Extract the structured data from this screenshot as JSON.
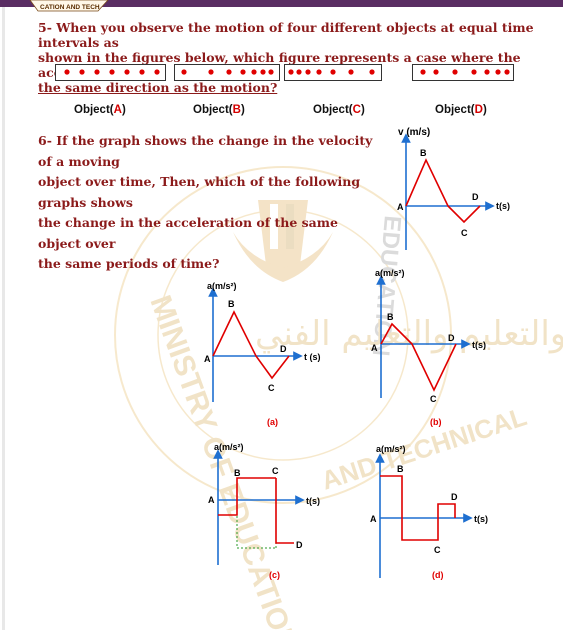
{
  "header": {
    "logo_text": "CATION AND TECH"
  },
  "q5": {
    "line1": "5- When you observe the motion of four different objects at equal time intervals as",
    "line2": "shown in the figures below, which figure represents a case where the acceleration is in",
    "line3": "the same direction as the motion?"
  },
  "objects": [
    {
      "prefix": "Object(",
      "letter": "A",
      "suffix": ")"
    },
    {
      "prefix": "Object(",
      "letter": "B",
      "suffix": ")"
    },
    {
      "prefix": "Object(",
      "letter": "C",
      "suffix": ")"
    },
    {
      "prefix": "Object(",
      "letter": "D",
      "suffix": ")"
    }
  ],
  "q6": {
    "line1": "6- If the graph shows the change in the velocity of a moving",
    "line2": "object over time, Then, which of the following graphs shows",
    "line3": "the change in the acceleration of the same object over",
    "line4": "the same periods of time?"
  },
  "velocity_graph": {
    "ylabel": "v (m/s)",
    "xlabel": "t(s)",
    "A": "A",
    "B": "B",
    "C": "C",
    "D": "D"
  },
  "graph_a": {
    "ylabel": "a(m/s²)",
    "xlabel": "t (s)",
    "A": "A",
    "B": "B",
    "C": "C",
    "D": "D",
    "tag": "(a)"
  },
  "graph_b": {
    "ylabel": "a(m/s²)",
    "xlabel": "t(s)",
    "A": "A",
    "B": "B",
    "C": "C",
    "D": "D",
    "tag": "(b)"
  },
  "graph_c": {
    "ylabel": "a(m/s²)",
    "xlabel": "t(s)",
    "A": "A",
    "B": "B",
    "C": "C",
    "D": "D",
    "tag": "(c)"
  },
  "graph_d": {
    "ylabel": "a(m/s²)",
    "xlabel": "t(s)",
    "A": "A",
    "B": "B",
    "C": "C",
    "D": "D",
    "tag": "(d)"
  },
  "watermark": {
    "left": "MINISTRY OF EDUCATION",
    "bottom": "AND TECHNICAL",
    "right": "EDUCATION",
    "arabic": "وزارة التربية والتعليم والتعليم الفني"
  },
  "colors": {
    "question": "#8b1a1a",
    "dot": "#e00000",
    "line": "#e00000",
    "axis": "#1e6fd0",
    "guide": "#2a9a2a"
  }
}
